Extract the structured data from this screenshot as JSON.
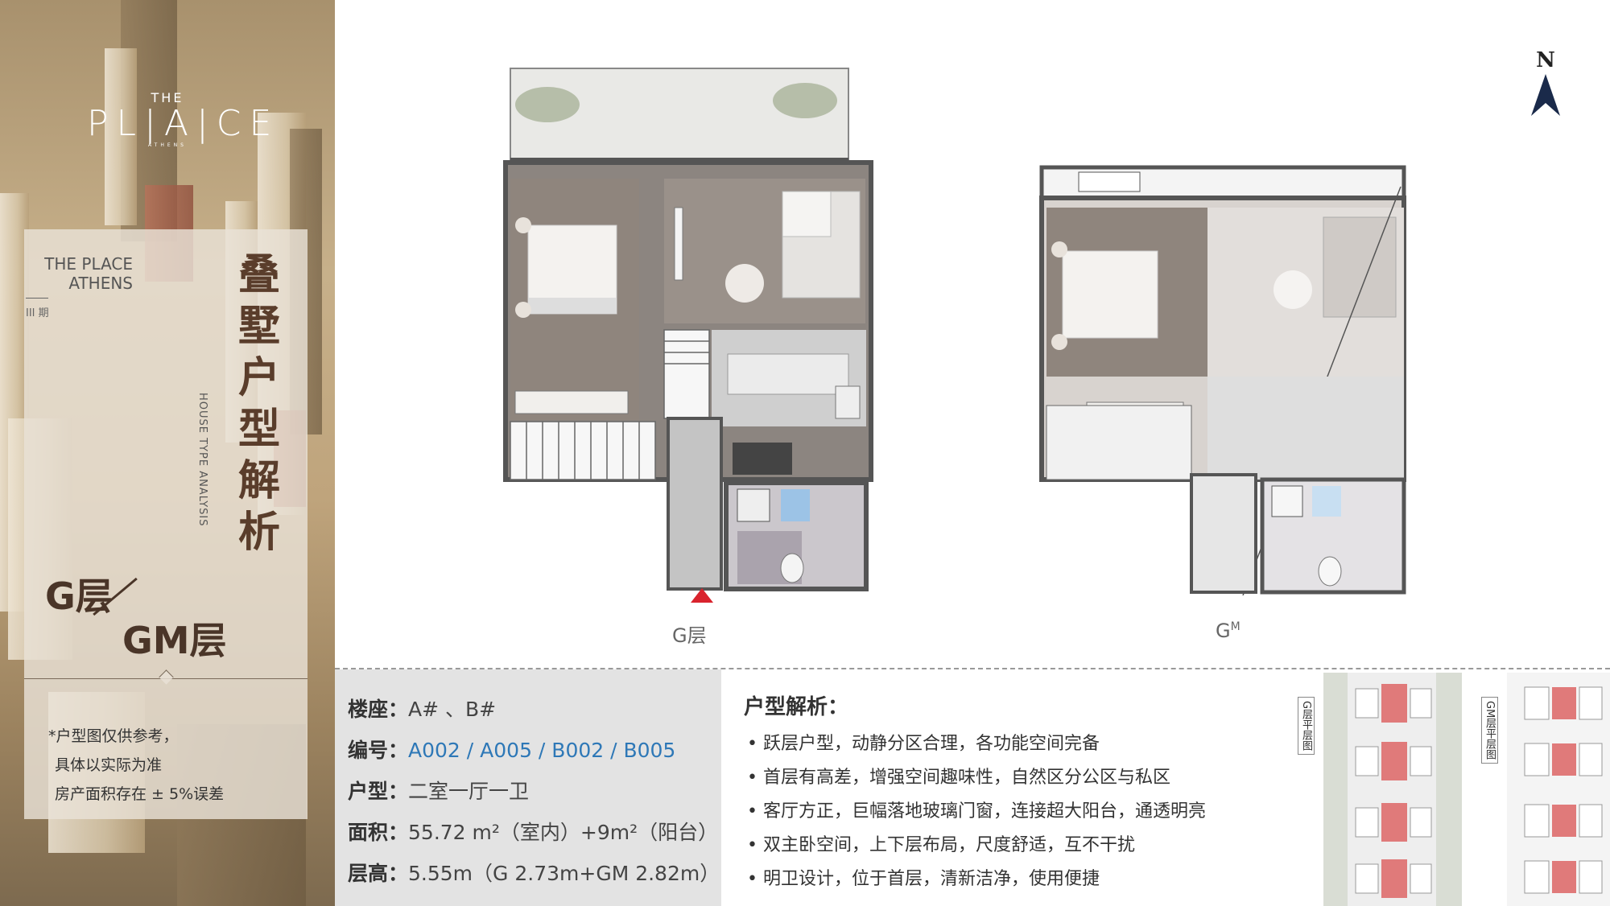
{
  "sidebar": {
    "brand": {
      "the": "THE",
      "place": "PL|A|CE",
      "athens": "ATHENS"
    },
    "project_line1": "THE PLACE",
    "project_line2": "ATHENS",
    "phase": "III 期",
    "title_vertical": [
      "叠",
      "墅",
      "户",
      "型",
      "解",
      "析"
    ],
    "subtitle_vertical": "HOUSE TYPE ANALYSIS",
    "floor_g": "G层",
    "floor_gm": "GM层",
    "disclaimer": [
      "*户型图仅供参考，",
      "具体以实际为准",
      "房产面积存在 ± 5%误差"
    ]
  },
  "plans": {
    "g_caption": "G层",
    "gm_caption_base": "G",
    "gm_caption_sup": "M",
    "north": "N"
  },
  "info": {
    "rows": [
      {
        "key": "楼座：",
        "value": "A# 、B#",
        "blue": false
      },
      {
        "key": "编号：",
        "value": "A002 / A005 / B002 / B005",
        "blue": true
      },
      {
        "key": "户型：",
        "value": "二室一厅一卫",
        "blue": false
      },
      {
        "key": "面积：",
        "value": "55.72 m²（室内）+9m²（阳台）",
        "blue": false
      },
      {
        "key": "层高：",
        "value": "5.55m（G 2.73m+GM 2.82m）",
        "blue": false
      }
    ]
  },
  "analysis": {
    "title": "户型解析：",
    "bullets": [
      "• 跃层户型，动静分区合理，各功能空间完备",
      "• 首层有高差，增强空间趣味性，自然区分公区与私区",
      "• 客厅方正，巨幅落地玻璃门窗，连接超大阳台，通透明亮",
      "• 双主卧空间，上下层布局，尺度舒适，互不干扰",
      "• 明卫设计，位于首层，清新洁净，使用便捷"
    ]
  },
  "site_plans": {
    "g_label": "G层平层图",
    "gm_label": "GM层平层图"
  },
  "colors": {
    "title_brown": "#5a3d2b",
    "code_blue": "#2e78b7",
    "entry_red": "#d9232d",
    "highlight_unit": "#e07a7a"
  }
}
